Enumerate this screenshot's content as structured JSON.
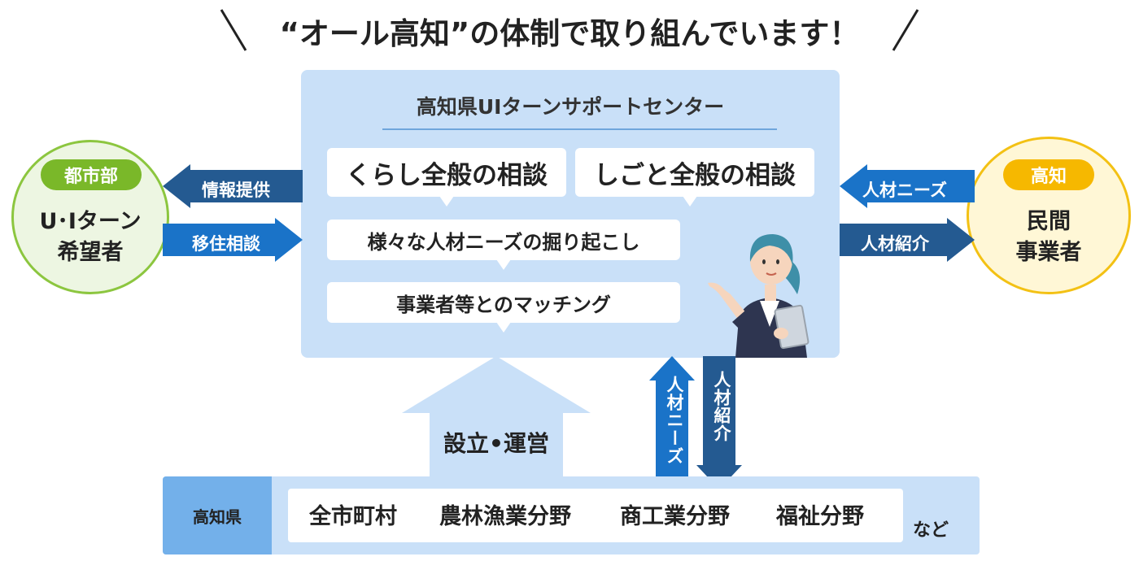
{
  "headline": "“オール高知”の体制で取り組んでいます！",
  "center": {
    "title": "高知県UIターンサポートセンター",
    "bubbles": [
      "くらし全般の相談",
      "しごと全般の相談",
      "様々な人材ニーズの掘り起こし",
      "事業者等とのマッチング"
    ]
  },
  "left": {
    "badge": "都市部",
    "lines": [
      "U･Iターン",
      "希望者"
    ],
    "arrow_out": "情報提供",
    "arrow_in": "移住相談"
  },
  "right": {
    "badge": "高知",
    "lines": [
      "民間",
      "事業者"
    ],
    "arrow_in": "人材ニーズ",
    "arrow_out": "人材紹介"
  },
  "bottom": {
    "label": "高知県",
    "items": [
      "全市町村",
      "農林漁業分野",
      "商工業分野",
      "福祉分野"
    ],
    "suffix": "など"
  },
  "vertical": {
    "up_big": "設立•運営",
    "up_small": "人材ニーズ",
    "down_small": "人材紹介"
  },
  "colors": {
    "panel": "#c9e0f8",
    "arrow_blue": "#1a73c8",
    "arrow_dark": "#245a91",
    "green": "#7ab829",
    "yellow": "#f6b800"
  }
}
